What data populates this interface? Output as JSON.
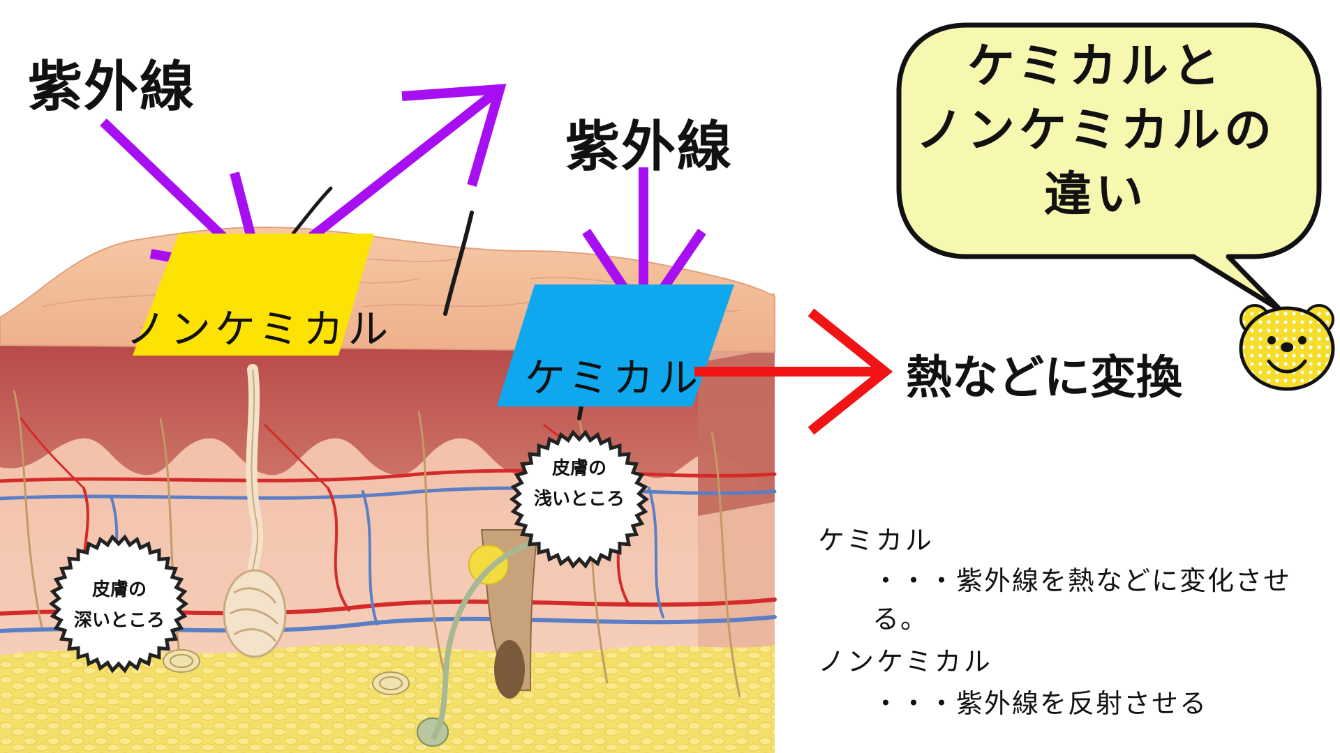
{
  "labels": {
    "uv_left": "紫外線",
    "uv_right": "紫外線",
    "nonchemical_box": "ノンケミカル",
    "chemical_box": "ケミカル",
    "converted": "熱などに変換"
  },
  "speech_bubble": {
    "lines": [
      "ケミカルと",
      "ノンケミカルの",
      "違い"
    ]
  },
  "skin_callouts": {
    "shallow": [
      "皮膚の",
      "浅いところ"
    ],
    "deep": [
      "皮膚の",
      "深いところ"
    ]
  },
  "explanation": {
    "chemical_term": "ケミカル",
    "chemical_desc": "・・・紫外線を熱などに変化させる。",
    "nonchemical_term": "ノンケミカル",
    "nonchemical_desc": "・・・紫外線を反射させる"
  },
  "colors": {
    "uv_arrow": "#a70ff2",
    "heat_arrow": "#f01414",
    "nonchemical_box": "#fde303",
    "chemical_box": "#0fa7ee",
    "bubble_fill": "#f7f8b0",
    "mascot": "#f5dd2a"
  }
}
